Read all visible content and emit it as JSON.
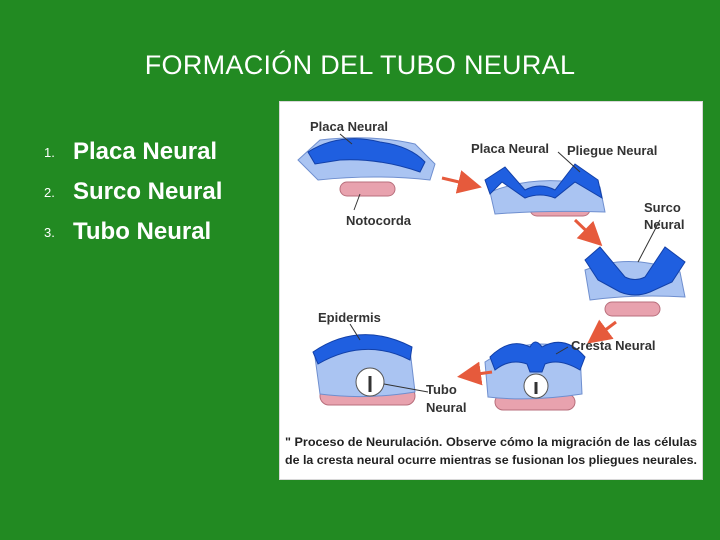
{
  "slide": {
    "title": "FORMACIÓN DEL TUBO NEURAL"
  },
  "list": [
    {
      "number": "1.",
      "text": "Placa Neural"
    },
    {
      "number": "2.",
      "text": "Surco Neural"
    },
    {
      "number": "3.",
      "text": "Tubo Neural"
    }
  ],
  "figure": {
    "labels": {
      "placa_neural_1": "Placa Neural",
      "notocorda": "Notocorda",
      "placa_neural_2": "Placa Neural",
      "pliegue_neural": "Pliegue Neural",
      "surco_line1": "Surco",
      "surco_line2": "Neural",
      "epidermis": "Epidermis",
      "cresta_neural": "Cresta Neural",
      "tubo_line1": "Tubo",
      "tubo_line2": "Neural"
    },
    "caption_line1": "\" Proceso de Neurulación. Observe cómo la migración de las células",
    "caption_line2": "de la cresta neural ocurre mientras se fusionan los pliegues neurales."
  },
  "colors": {
    "background": "#228a22",
    "tissue_blue": "#1f5fe0",
    "light_blue": "#aac4f2",
    "notochord_pink": "#e8a2ae",
    "arrow_red": "#e65a3c"
  }
}
